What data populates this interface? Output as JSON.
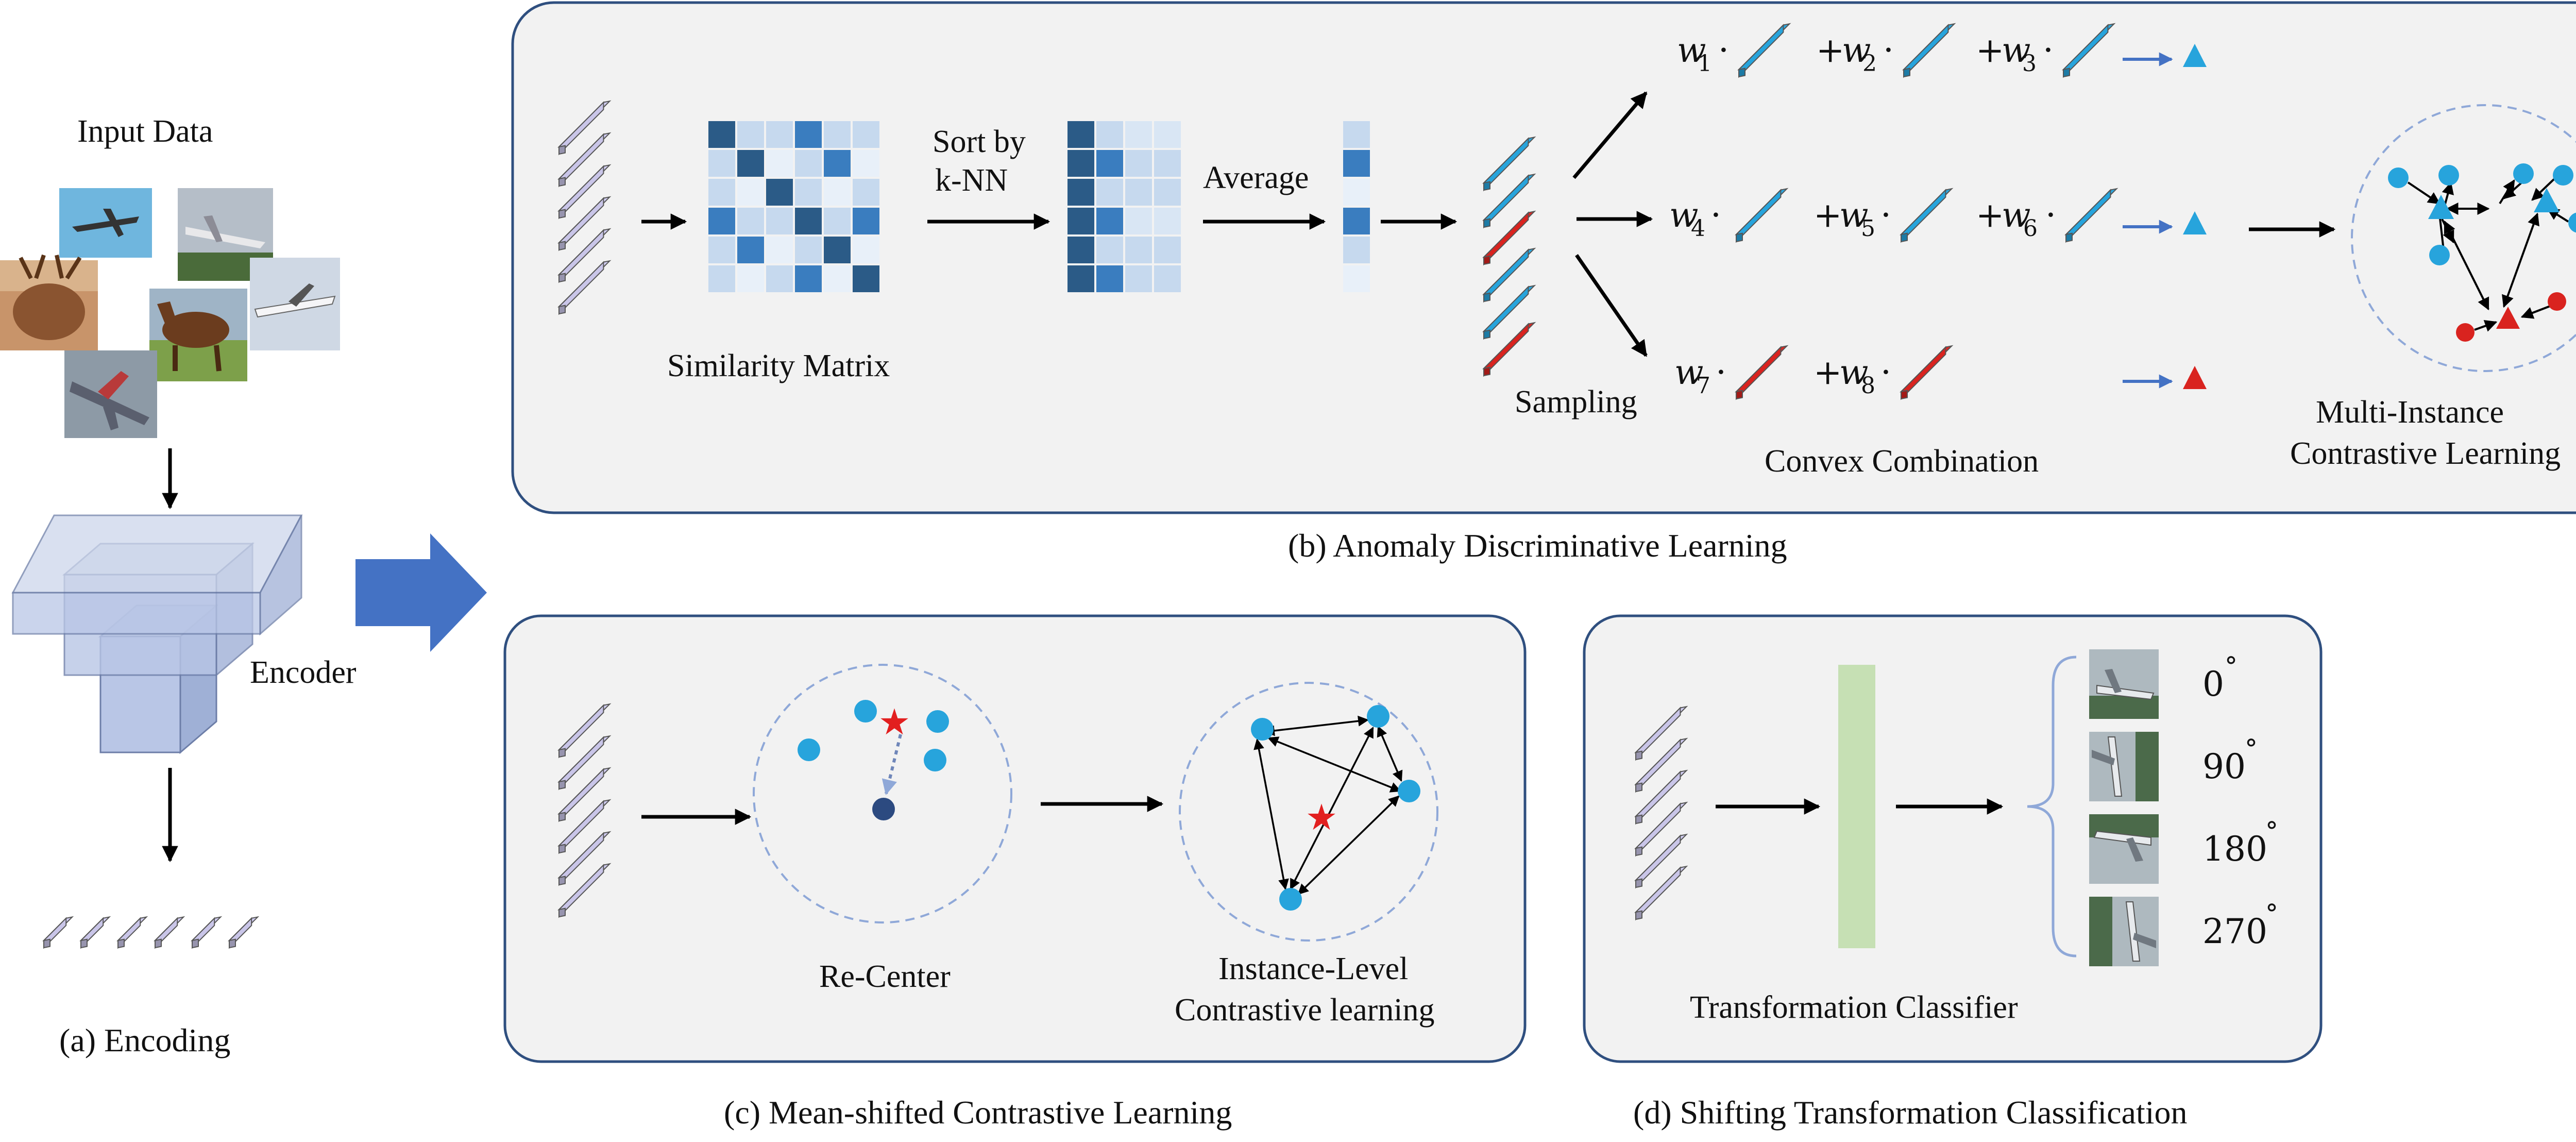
{
  "panels": {
    "a": {
      "caption": "(a) Encoding",
      "input_label": "Input Data",
      "encoder_label": "Encoder"
    },
    "b": {
      "caption": "(b) Anomaly Discriminative Learning",
      "similarity_label": "Similarity Matrix",
      "sort_label_1": "Sort by",
      "sort_label_2": "k-NN",
      "average_label": "Average",
      "sampling_label": "Sampling",
      "convex_label": "Convex Combination",
      "mil_label_1": "Multi-Instance",
      "mil_label_2": "Contrastive Learning",
      "weights": [
        "w",
        "1",
        "2",
        "3",
        "4",
        "5",
        "6",
        "7",
        "8"
      ],
      "plus": "+",
      "dot": "·"
    },
    "c": {
      "caption": "(c) Mean-shifted Contrastive Learning",
      "recenter_label": "Re-Center",
      "ilcl_label_1": "Instance-Level",
      "ilcl_label_2": "Contrastive learning"
    },
    "d": {
      "caption": "(d) Shifting Transformation Classification",
      "classifier_label": "Transformation Classifier",
      "angles": [
        "0",
        "90",
        "180",
        "270"
      ],
      "degree": "°"
    }
  },
  "colors": {
    "panel_border": "#2f4f7f",
    "panel_fill": "#f2f2f2",
    "feature_lavender": "#c9c5e8",
    "feature_blue": "#27a4dc",
    "feature_red": "#d9231f",
    "matrix_dark": "#2b5b87",
    "matrix_mid": "#3a7dbf",
    "matrix_light": "#c6d9ee",
    "arrow_blue": "#4472c4",
    "classifier_green": "#c6e0b4"
  }
}
